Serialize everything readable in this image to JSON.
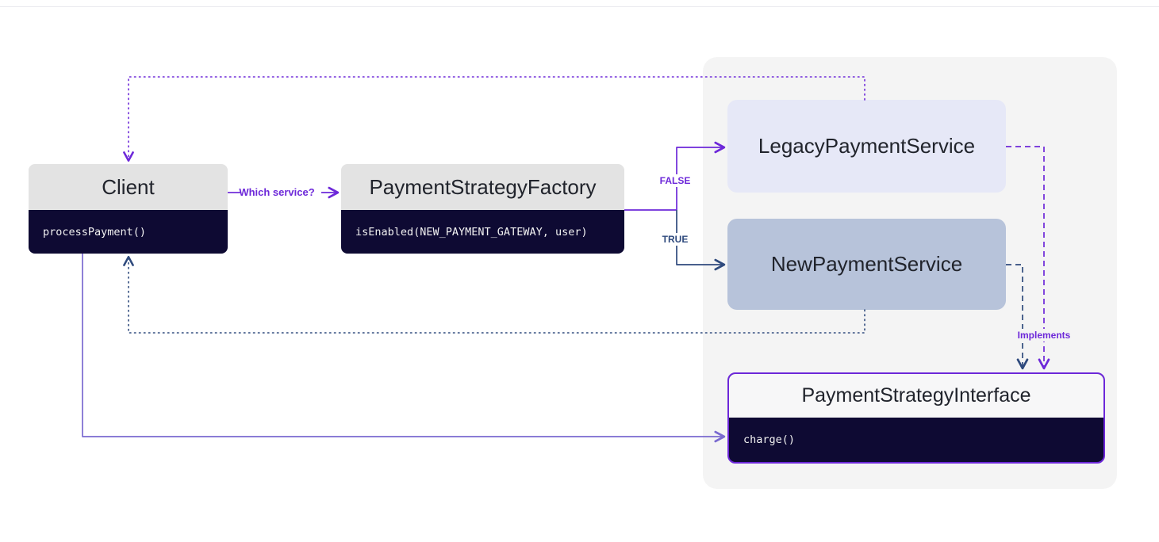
{
  "colors": {
    "purple": "#6d28d9",
    "blue": "#2f4a7d",
    "violet": "#7a6ad0",
    "navy": "#0e0a33",
    "header-gray": "#e3e3e3",
    "legacy-fill": "#e6e8f7",
    "new-fill": "#b7c3da",
    "panel-fill": "#f4f4f4",
    "interface-header": "#f7f7f8",
    "title-text": "#21242c",
    "code-text": "#f2f2f2"
  },
  "nodes": {
    "client": {
      "title": "Client",
      "method": "processPayment()"
    },
    "factory": {
      "title": "PaymentStrategyFactory",
      "method": "isEnabled(NEW_PAYMENT_GATEWAY, user)"
    },
    "legacy_service": {
      "title": "LegacyPaymentService"
    },
    "new_service": {
      "title": "NewPaymentService"
    },
    "interface": {
      "title": "PaymentStrategyInterface",
      "method": "charge()"
    }
  },
  "labels": {
    "which_service": "Which service?",
    "false_branch": "FALSE",
    "true_branch": "TRUE",
    "implements": "Implements"
  }
}
